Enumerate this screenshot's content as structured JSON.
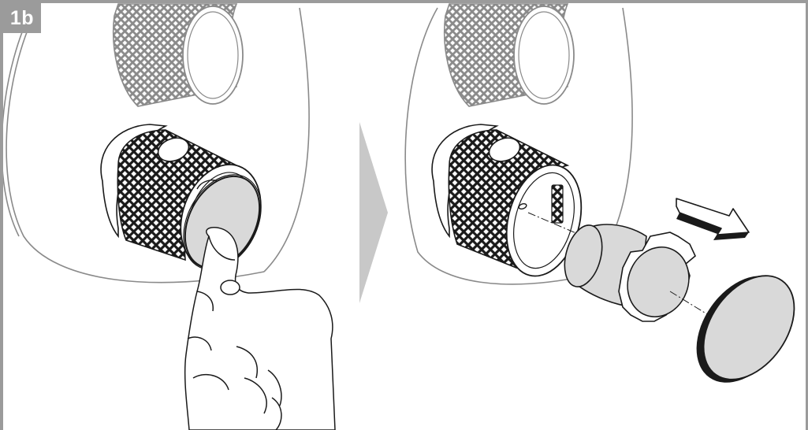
{
  "step": {
    "label": "1b"
  },
  "colors": {
    "frame": "#9b9b9b",
    "badge_bg": "#9b9b9b",
    "badge_text": "#ffffff",
    "line": "#1a1a1a",
    "part_fill": "#d9d9d9",
    "faded_line": "#8a8a8a",
    "arrow_fill": "#c8c8c8"
  },
  "panels": [
    {
      "id": "before",
      "icons": [
        "wall-plate-icon",
        "knurled-knob-icon",
        "cartridge-housing-icon",
        "hand-pressing-cap-icon"
      ]
    },
    {
      "id": "after",
      "icons": [
        "wall-plate-icon",
        "knurled-knob-icon",
        "open-housing-icon",
        "cartridge-icon",
        "cap-icon",
        "pull-direction-arrow-icon"
      ]
    }
  ]
}
